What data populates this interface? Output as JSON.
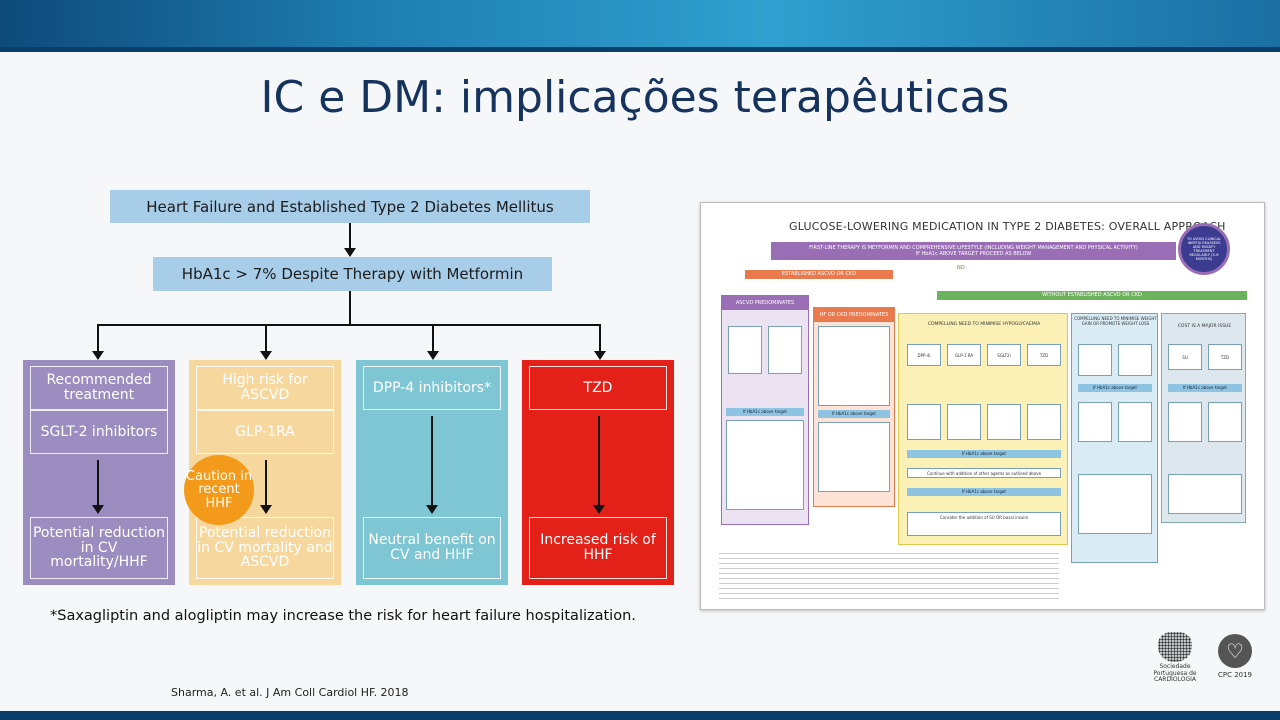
{
  "slide": {
    "title": "IC e DM: implicações terapêuticas",
    "footnote": "*Saxagliptin and alogliptin may increase the risk for heart failure hospitalization.",
    "reference": "Sharma, A. et al. J Am Coll Cardiol HF. 2018"
  },
  "flow": {
    "top_box": "Heart Failure and Established Type 2 Diabetes Mellitus",
    "second_box": "HbA1c > 7% Despite Therapy with Metformin",
    "columns": [
      {
        "header": "Recommended treatment",
        "drug": "SGLT-2 inhibitors",
        "outcome": "Potential reduction in CV mortality/HHF",
        "color": "#9b8dc0"
      },
      {
        "header": "High risk for ASCVD",
        "drug": "GLP-1RA",
        "outcome": "Potential reduction in CV mortality and ASCVD",
        "color": "#f6d79e"
      },
      {
        "header": "DPP-4 inhibitors*",
        "outcome": "Neutral benefit on CV and HHF",
        "color": "#7ec6d3"
      },
      {
        "header": "TZD",
        "outcome": "Increased risk of HHF",
        "color": "#e32119"
      }
    ],
    "caution": "Caution in recent HHF"
  },
  "figure": {
    "title": "GLUCOSE-LOWERING MEDICATION IN TYPE 2 DIABETES: OVERALL APPROACH",
    "first_line": "FIRST-LINE THERAPY IS METFORMIN AND COMPREHENSIVE LIFESTYLE (INCLUDING WEIGHT MANAGEMENT AND PHYSICAL ACTIVITY)",
    "first_line_sub": "IF HbA1c ABOVE TARGET PROCEED AS BELOW",
    "badge": "TO AVOID CLINICAL INERTIA REASSESS AND MODIFY TREATMENT REGULARLY (3–6 MONTHS)",
    "established": "ESTABLISHED ASCVD OR CKD",
    "no_label": "NO",
    "without": "WITHOUT ESTABLISHED ASCVD OR CKD",
    "ascvd": "ASCVD PREDOMINATES",
    "hf_ckd": "HF OR CKD PREDOMINATES",
    "hypo": "COMPELLING NEED TO MINIMISE HYPOGLYCAEMIA",
    "weight": "COMPELLING NEED TO MINIMISE WEIGHT GAIN OR PROMOTE WEIGHT LOSS",
    "cost": "COST IS A MAJOR ISSUE",
    "hypo_drugs": [
      "DPP-4i",
      "GLP-1 RA",
      "SGLT2i",
      "TZD"
    ],
    "cost_drugs": [
      "SU",
      "TZD"
    ],
    "above_target": "If HbA1c above target",
    "continue_text": "Continue with addition of other agents as outlined above",
    "su_basal": "Consider the addition of SU OR basal insulin"
  },
  "logos": {
    "spc": "Sociedade Portuguesa de CARDIOLOGIA",
    "cpc": "CPC 2019"
  }
}
